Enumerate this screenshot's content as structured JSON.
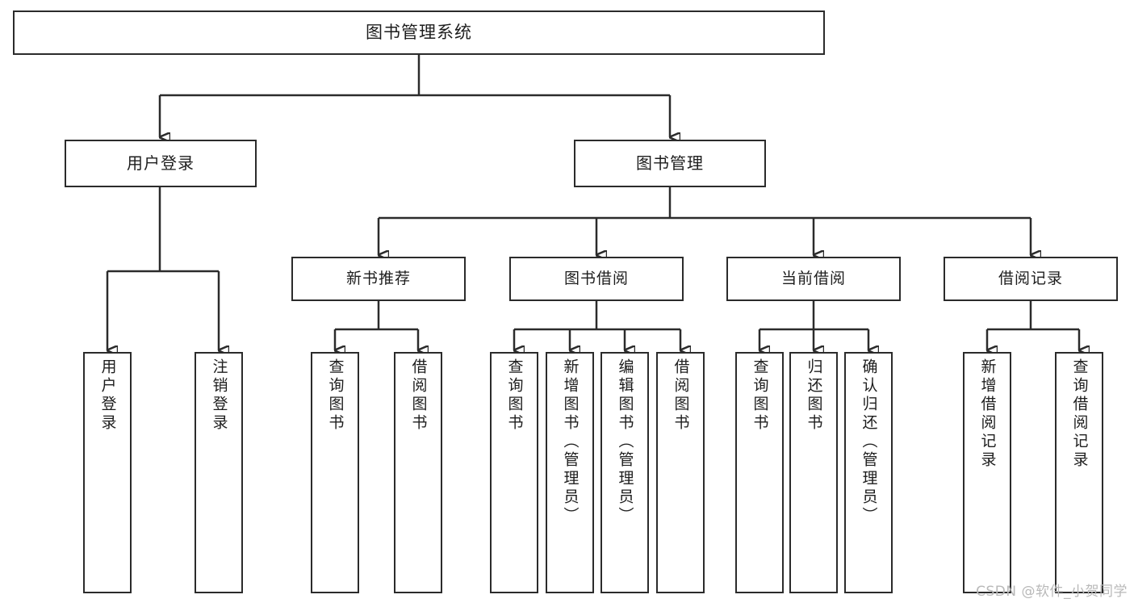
{
  "diagram": {
    "type": "tree",
    "title": "图书管理系统",
    "orientation": "top-down",
    "colors": {
      "box_border": "#2b2b2b",
      "box_fill": "#ffffff",
      "connector": "#2b2b2b",
      "text": "#1d1d1d",
      "watermark": "#b9b9b9",
      "background": "#ffffff"
    },
    "root": {
      "label": "图书管理系统"
    },
    "level2": [
      {
        "label": "用户登录"
      },
      {
        "label": "图书管理"
      }
    ],
    "level3": [
      {
        "label": "新书推荐"
      },
      {
        "label": "图书借阅"
      },
      {
        "label": "当前借阅"
      },
      {
        "label": "借阅记录"
      }
    ],
    "leaves": {
      "user_login": [
        {
          "label": "用户登录"
        },
        {
          "label": "注销登录"
        }
      ],
      "new_book_recommend": [
        {
          "label": "查询图书"
        },
        {
          "label": "借阅图书"
        }
      ],
      "book_borrow": [
        {
          "label": "查询图书"
        },
        {
          "label": "新增图书（管理员）"
        },
        {
          "label": "编辑图书（管理员）"
        },
        {
          "label": "借阅图书"
        }
      ],
      "current_borrow": [
        {
          "label": "查询图书"
        },
        {
          "label": "归还图书"
        },
        {
          "label": "确认归还（管理员）"
        }
      ],
      "borrow_record": [
        {
          "label": "新增借阅记录"
        },
        {
          "label": "查询借阅记录"
        }
      ]
    }
  },
  "watermark": {
    "text": "CSDN @软件_小贺同学"
  }
}
